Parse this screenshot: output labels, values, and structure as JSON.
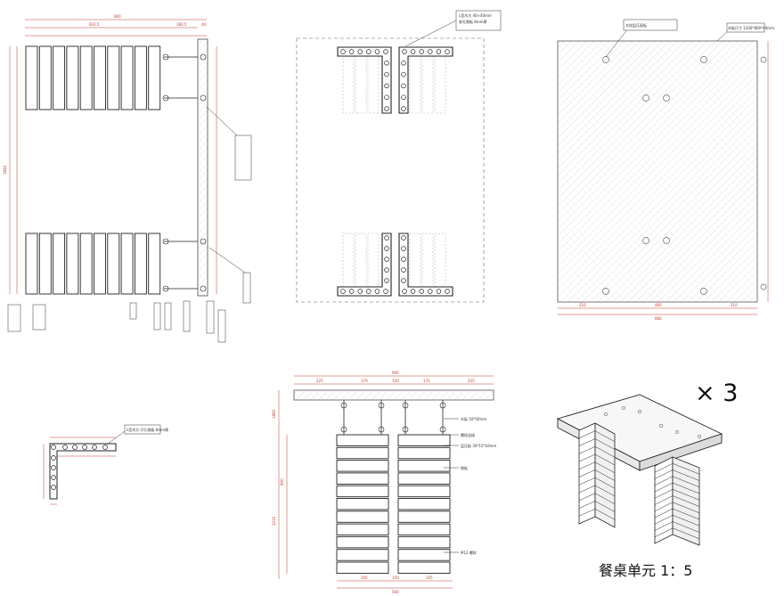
{
  "multiplier": "× 3",
  "caption": "餐桌单元 1：5",
  "annotations": {
    "top_left_dims": [
      "900",
      "602.5",
      "180.5",
      "40"
    ],
    "left_vertical_dim": "1840",
    "plan_note_a": "L型木方 40×40mm",
    "plan_note_b": "穿孔钢板 8mm厚",
    "bracket_note": "L型木方 开孔钢板 8mm厚",
    "tabletop_note_a": "木纹层压面板",
    "tabletop_note_b": "木板尺寸 1200*800*40mm",
    "tabletop_dims": [
      "210",
      "460",
      "210",
      "880"
    ],
    "elevation_top_dims": [
      "900",
      "225",
      "170",
      "150",
      "170",
      "225"
    ],
    "elevation_side_dims": [
      "1860",
      "900",
      "1010"
    ],
    "elevation_bottom_dims": [
      "205",
      "150",
      "205",
      "560"
    ],
    "elevation_notes": [
      "木板 50*50mm",
      "螺栓连接",
      "层压板 30*15*10mm",
      "钢板",
      "M12 螺栓"
    ]
  }
}
